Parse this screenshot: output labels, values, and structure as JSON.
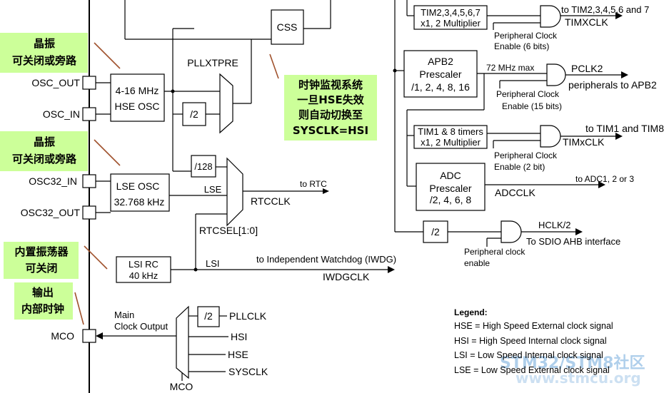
{
  "pins": {
    "osc_out": "OSC_OUT",
    "osc_in": "OSC_IN",
    "osc32_in": "OSC32_IN",
    "osc32_out": "OSC32_OUT",
    "mco": "MCO"
  },
  "blocks": {
    "hse_line1": "4-16 MHz",
    "hse_line2": "HSE OSC",
    "css": "CSS",
    "pllxtpre": "PLLXTPRE",
    "div2": "/2",
    "div128": "/128",
    "lse_line1": "LSE OSC",
    "lse_line2": "32.768 kHz",
    "lse_signal": "LSE",
    "rtcclk": "RTCCLK",
    "to_rtc": "to RTC",
    "rtcsel": "RTCSEL[1:0]",
    "lsi_line1": "LSI RC",
    "lsi_line2": "40 kHz",
    "lsi_signal": "LSI",
    "to_iwdg": "to Independent Watchdog (IWDG)",
    "iwdgclk": "IWDGCLK",
    "mco_main1": "Main",
    "mco_main2": "Clock Output",
    "mco_div2": "/2",
    "mco_pllclk": "PLLCLK",
    "mco_hsi": "HSI",
    "mco_hse": "HSE",
    "mco_sysclk": "SYSCLK",
    "mco_label": "MCO"
  },
  "right": {
    "tim2_line1": "TIM2,3,4,5,6,7",
    "tim2_line2": "x1, 2 Multiplier",
    "tim2_out1": "to TIM2,3,4,5,6 and 7",
    "tim2_out2": "TIMXCLK",
    "tim2_en1": "Peripheral Clock",
    "tim2_en2": "Enable (6 bits)",
    "apb2_line1": "APB2",
    "apb2_line2": "Prescaler",
    "apb2_line3": "/1, 2, 4, 8, 16",
    "apb2_max": "72 MHz max",
    "pclk2": "PCLK2",
    "pclk2_to": "peripherals to APB2",
    "apb2_en1": "Peripheral Clock",
    "apb2_en2": "Enable (15 bits)",
    "tim1_line1": "TIM1 & 8 timers",
    "tim1_line2": "x1, 2 Multiplier",
    "tim1_out1": "to TIM1 and TIM8",
    "tim1_out2": "TIMxCLK",
    "tim1_en1": "Peripheral Clock",
    "tim1_en2": "Enable (2 bit)",
    "adc_line1": "ADC",
    "adc_line2": "Prescaler",
    "adc_line3": "/2, 4, 6, 8",
    "adc_to": "to ADC1, 2 or 3",
    "adcclk": "ADCCLK",
    "hclk_div": "/2",
    "hclk2": "HCLK/2",
    "sdio_to": "To SDIO AHB interface",
    "sdio_en1": "Peripheral clock",
    "sdio_en2": "enable"
  },
  "notes": {
    "n1_line1": "晶振",
    "n1_line2": "可关闭或旁路",
    "n2_line1": "晶振",
    "n2_line2": "可关闭或旁路",
    "n3_line1": "内置振荡器",
    "n3_line2": "可关闭",
    "n4_line1": "输出",
    "n4_line2": "内部时钟",
    "css_line1": "时钟监视系统",
    "css_line2": "一旦HSE失效",
    "css_line3": "则自动切换至",
    "css_line4": "SYSCLK=HSI"
  },
  "legend": {
    "title": "Legend:",
    "hse": "HSE = High Speed External clock signal",
    "hsi": "HSI = High Speed Internal clock signal",
    "lsi": "LSI = Low Speed Internal clock signal",
    "lse": "LSE = Low Speed External clock signal"
  },
  "watermark": {
    "line1": "STM32/STM8社区",
    "line2": "www.stmcu.org",
    "color": "#6fa8dc"
  },
  "colors": {
    "note_bg": "#ccff99",
    "annotation": "#a0522d"
  }
}
